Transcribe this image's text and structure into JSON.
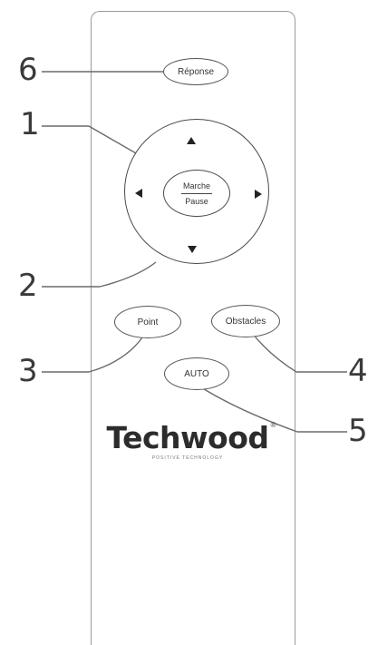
{
  "remote": {
    "buttons": {
      "reponse": "Réponse",
      "marche": "Marche",
      "pause": "Pause",
      "point": "Point",
      "obstacles": "Obstacles",
      "auto": "AUTO"
    },
    "brand": {
      "name": "Techwood",
      "registered": "®",
      "tagline": "Positive Technology"
    }
  },
  "callouts": [
    "1",
    "2",
    "3",
    "4",
    "5",
    "6"
  ],
  "colors": {
    "outline": "#4a4a4a",
    "body_outline": "#9a9a9a",
    "leader": "#6a6a6a"
  },
  "icons": [
    "arrow-up-icon",
    "arrow-down-icon",
    "arrow-left-icon",
    "arrow-right-icon"
  ]
}
